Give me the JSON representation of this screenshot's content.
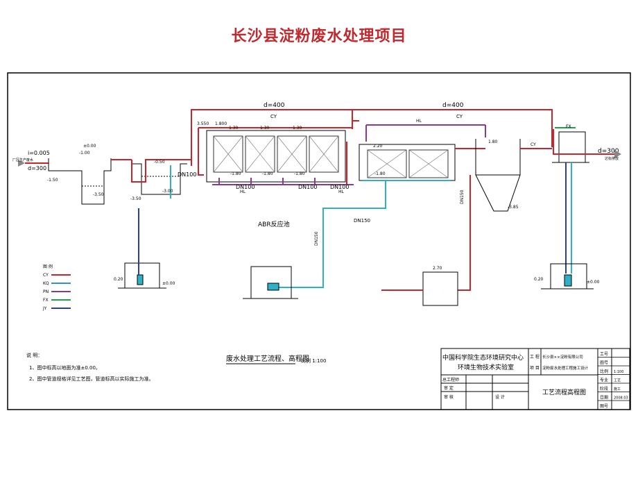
{
  "page_title": "长沙县淀粉废水处理项目",
  "dims": {
    "d400_left": "d=400",
    "d400_right": "d=400",
    "d300_right": "d=300",
    "d300_left": "d=300",
    "slope": "i=0.005",
    "dn100_a": "DN100",
    "dn100_b": "DN100",
    "dn100_c": "DN100",
    "dn100_d": "DN100",
    "dn150_a": "DN150",
    "dn150_b": "DN150",
    "dn150_c": "DN150"
  },
  "line_tags": {
    "cy1": "CY",
    "cy2": "CY",
    "cy3": "CY",
    "hl1": "HL",
    "hl2": "HL",
    "hl3": "HL",
    "fx": "FX"
  },
  "elevations": {
    "e1": "-1.00",
    "e2": "-1.50",
    "e3": "-3.50",
    "e4": "±0.00",
    "e5": "-0.50",
    "e6": "-3.00",
    "e7": "-3.50",
    "e8": "3.550",
    "e9": "1.800",
    "e10": "1.30",
    "e11": "1.30",
    "e12": "1.30",
    "e13": "-1.80",
    "e14": "-1.80",
    "e15": "-1.80",
    "e16": "2.20",
    "e17": "-1.80",
    "e18": "1.80",
    "e19": "-3.85",
    "e20": "2.70",
    "e21": "0.20",
    "e22": "±0.00",
    "e23": "±0.00",
    "e24": "0.20"
  },
  "labels": {
    "inflow": "厂区生产废水",
    "outflow": "达标排放",
    "abr": "ABR反应池",
    "legend_title": "图 例",
    "design_notes_title": "说 明：",
    "note1": "1、图中标高以地面为准±0.00。",
    "note2": "2、图中管道规格详见工艺图，管道标高以实际施工为准。",
    "sheet_caption": "废水处理工艺流程、高程图",
    "scale": "比例 1:100",
    "drawing_name": "工艺流程高程图"
  },
  "legend": [
    {
      "code": "CY",
      "color": "#c9232c"
    },
    {
      "code": "KQ",
      "color": "#2f8fd8"
    },
    {
      "code": "PN",
      "color": "#8a3a8e"
    },
    {
      "code": "FX",
      "color": "#21a04a"
    },
    {
      "code": "JY",
      "color": "#2a3c9e"
    }
  ],
  "title_block": {
    "org_line1": "中国科学院生态环境研究中心",
    "org_line2": "环境生物技术实验室",
    "project_k": "工 程",
    "project_item": "项 目",
    "client_1": "长沙县××淀粉有限公司",
    "client_2": "淀粉废水处理工程施工设计",
    "r1a": "总工程师",
    "r1b": "",
    "r2a": "审 定",
    "r2b": "",
    "r3a": "审 核",
    "r3b": "设 计",
    "right_labels": [
      "工号",
      "图号",
      "比例",
      "专业",
      "阶段",
      "日期",
      "图号"
    ],
    "right_values": [
      "",
      "",
      "1:100",
      "工艺",
      "施工",
      "2008.03",
      ""
    ],
    "status_colors": {
      "red": "#c9232c",
      "cyan": "#2fb0c8",
      "purple": "#8a3a8e",
      "green": "#21a04a",
      "navy": "#2a3c9e"
    }
  }
}
